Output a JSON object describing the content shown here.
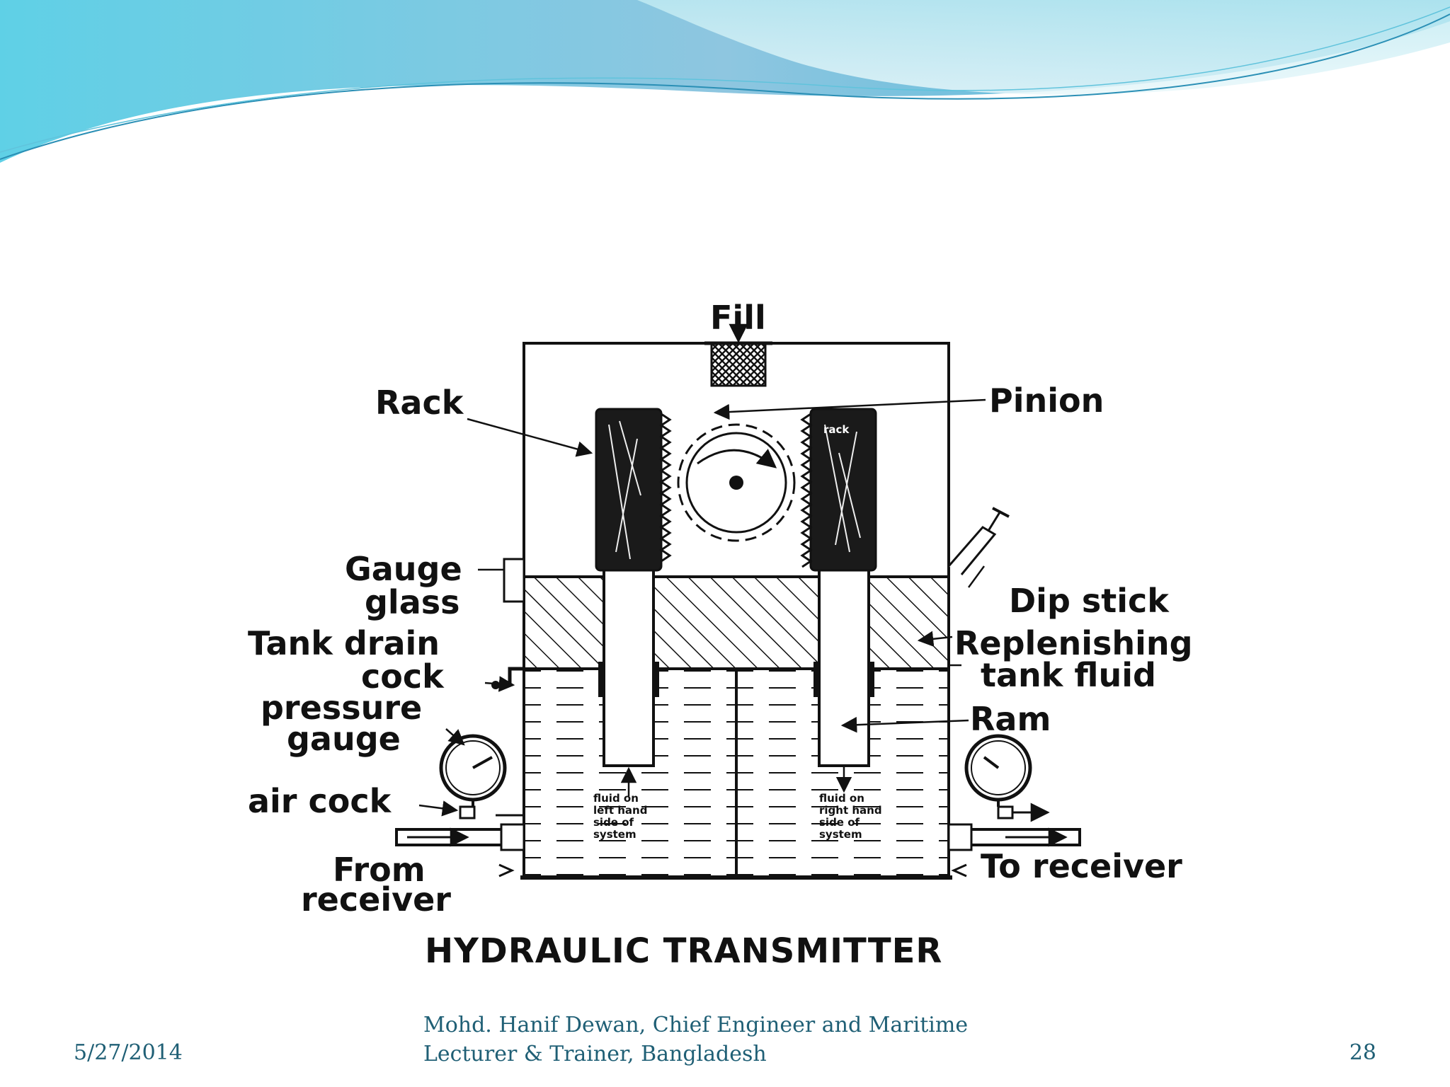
{
  "slide": {
    "footer": {
      "date": "5/27/2014",
      "author_line1": "Mohd. Hanif Dewan, Chief Engineer and Maritime",
      "author_line2": "Lecturer & Trainer, Bangladesh",
      "page_number": "28"
    },
    "colors": {
      "wave_light": "#8fd8e8",
      "wave_dark": "#3aaacd",
      "footer_text": "#1f5f75"
    }
  },
  "diagram": {
    "title": "HYDRAULIC TRANSMITTER",
    "labels": {
      "fill": "Fill",
      "rack": "Rack",
      "pinion": "Pinion",
      "gauge_glass_1": "Gauge",
      "gauge_glass_2": "glass",
      "dip_stick": "Dip stick",
      "tank_drain_1": "Tank drain",
      "tank_drain_2": "cock",
      "replenishing_1": "Replenishing",
      "replenishing_2": "tank fluid",
      "pressure_gauge_1": "pressure",
      "pressure_gauge_2": "gauge",
      "ram": "Ram",
      "air_cock": "air cock",
      "from_receiver_1": "From",
      "from_receiver_2": "receiver",
      "to_receiver": "To receiver",
      "rack_small": "rack",
      "left_fluid": [
        "fluid on",
        "left hand",
        "side of",
        "system"
      ],
      "right_fluid": [
        "fluid on",
        "right hand",
        "side of",
        "system"
      ]
    }
  }
}
